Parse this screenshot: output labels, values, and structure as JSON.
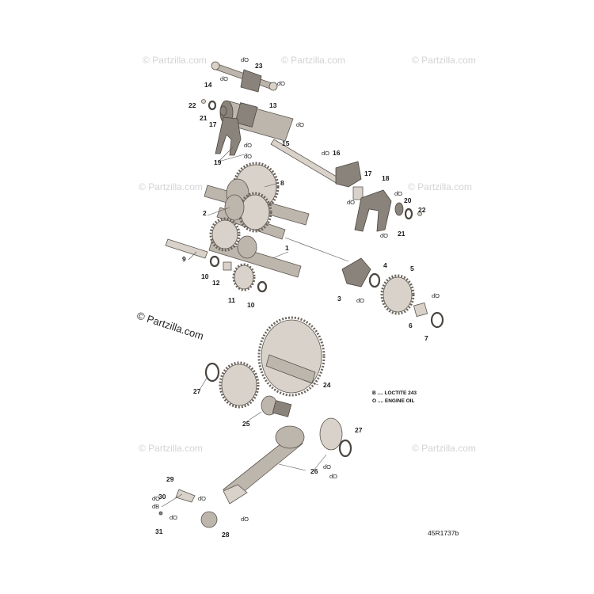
{
  "watermark": {
    "text": "© Partzilla.com"
  },
  "legend": {
    "loctite": "B .... LOCTITE 243",
    "oil": "O .... ENGINE OIL"
  },
  "diagram_code": "45R1737b",
  "callouts": [
    "1",
    "2",
    "3",
    "4",
    "5",
    "6",
    "7",
    "8",
    "9",
    "10",
    "11",
    "12",
    "13",
    "14",
    "15",
    "16",
    "17",
    "18",
    "19",
    "20",
    "21",
    "22",
    "23",
    "24",
    "25",
    "26",
    "27",
    "28",
    "29",
    "30",
    "31"
  ],
  "symbols": {
    "oil": "ɗO",
    "loctite": "ɗB"
  }
}
